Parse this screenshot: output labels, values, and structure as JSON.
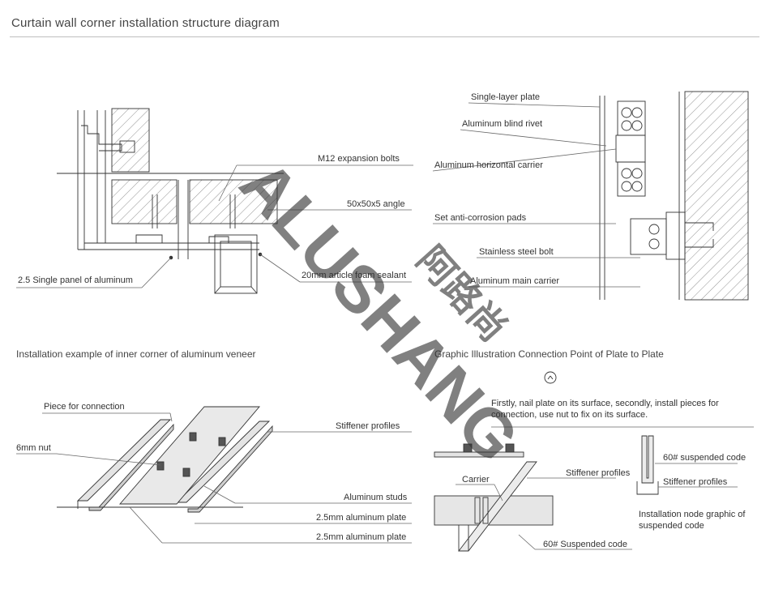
{
  "title": "Curtain wall corner installation structure diagram",
  "sections": {
    "inner_corner": "Installation example of inner corner of aluminum veneer",
    "plate_to_plate": "Graphic Illustration Connection Point of Plate to Plate"
  },
  "labels": {
    "m12_bolts": "M12 expansion bolts",
    "angle": "50x50x5 angle",
    "single_panel": "2.5 Single panel of aluminum",
    "foam_sealant": "20mm article foam sealant",
    "single_layer_plate": "Single-layer plate",
    "blind_rivet": "Aluminum blind rivet",
    "horizontal_carrier": "Aluminum horizontal carrier",
    "anti_corrosion": "Set anti-corrosion pads",
    "stainless_bolt": "Stainless steel bolt",
    "main_carrier": "Aluminum main carrier",
    "piece_connection": "Piece for connection",
    "nut": "6mm nut",
    "stiffener_profiles": "Stiffener profiles",
    "aluminum_studs": "Aluminum studs",
    "plate_a": "2.5mm aluminum plate",
    "plate_b": "2.5mm aluminum plate",
    "instruction_1": "Firstly, nail plate on its surface, secondly, install pieces for",
    "instruction_2": "connection, use nut to fix on its surface.",
    "carrier": "Carrier",
    "stiffener_profiles_2": "Stiffener profiles",
    "suspended_code_60": "60# suspended code",
    "stiffener_profiles_3": "Stiffener profiles",
    "node_graphic_1": "Installation node graphic of",
    "node_graphic_2": "suspended code",
    "suspended_code_60b": "60# Suspended code"
  },
  "watermark": {
    "latin": "ALUSHANG",
    "chinese": "阿路尚",
    "color_blue": "#5b82c4",
    "color_red": "#e8838a"
  }
}
